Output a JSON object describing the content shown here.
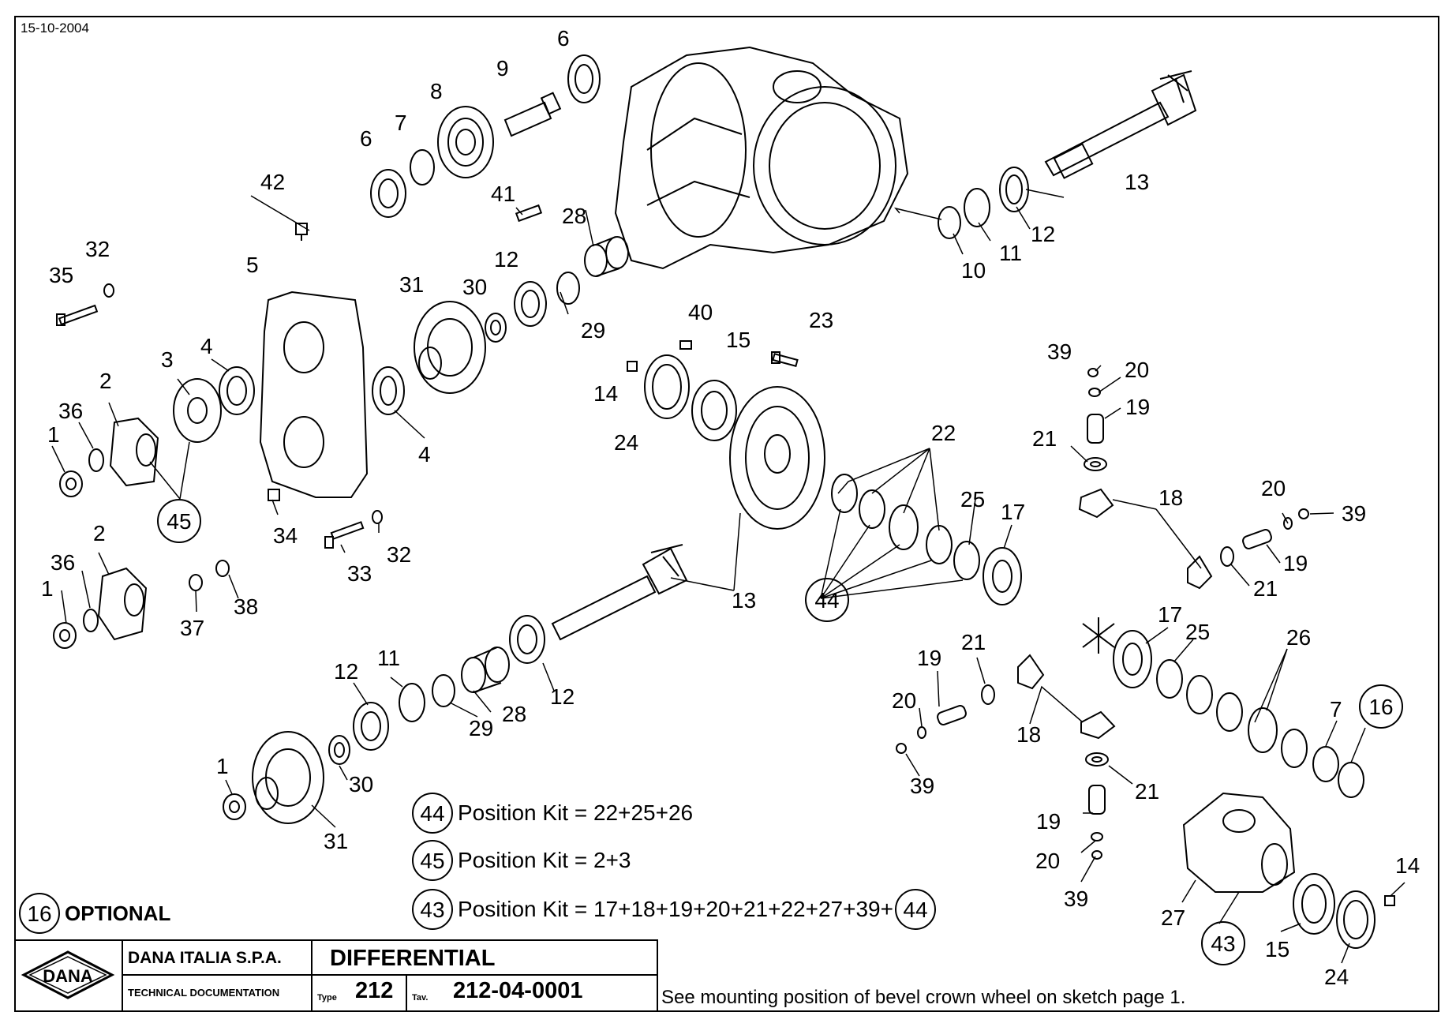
{
  "header": {
    "date": "15-10-2004"
  },
  "callouts": [
    {
      "text": "6"
    },
    {
      "text": "9"
    },
    {
      "text": "8"
    },
    {
      "text": "7"
    },
    {
      "text": "6"
    },
    {
      "text": "42"
    },
    {
      "text": "41"
    },
    {
      "text": "28"
    },
    {
      "text": "32"
    },
    {
      "text": "35"
    },
    {
      "text": "5"
    },
    {
      "text": "31"
    },
    {
      "text": "30"
    },
    {
      "text": "12"
    },
    {
      "text": "29"
    },
    {
      "text": "13"
    },
    {
      "text": "12"
    },
    {
      "text": "11"
    },
    {
      "text": "10"
    },
    {
      "text": "40"
    },
    {
      "text": "23"
    },
    {
      "text": "15"
    },
    {
      "text": "14"
    },
    {
      "text": "24"
    },
    {
      "text": "3"
    },
    {
      "text": "4"
    },
    {
      "text": "2"
    },
    {
      "text": "36"
    },
    {
      "text": "1"
    },
    {
      "text": "4"
    },
    {
      "text": "34"
    },
    {
      "text": "32"
    },
    {
      "text": "33"
    },
    {
      "text": "2"
    },
    {
      "text": "36"
    },
    {
      "text": "1"
    },
    {
      "text": "37"
    },
    {
      "text": "38"
    },
    {
      "text": "39"
    },
    {
      "text": "20"
    },
    {
      "text": "19"
    },
    {
      "text": "21"
    },
    {
      "text": "18"
    },
    {
      "text": "22"
    },
    {
      "text": "25"
    },
    {
      "text": "17"
    },
    {
      "text": "20"
    },
    {
      "text": "39"
    },
    {
      "text": "19"
    },
    {
      "text": "21"
    },
    {
      "text": "13"
    },
    {
      "text": "12"
    },
    {
      "text": "11"
    },
    {
      "text": "28"
    },
    {
      "text": "29"
    },
    {
      "text": "12"
    },
    {
      "text": "30"
    },
    {
      "text": "1"
    },
    {
      "text": "31"
    },
    {
      "text": "19"
    },
    {
      "text": "21"
    },
    {
      "text": "20"
    },
    {
      "text": "39"
    },
    {
      "text": "18"
    },
    {
      "text": "17"
    },
    {
      "text": "25"
    },
    {
      "text": "26"
    },
    {
      "text": "7"
    },
    {
      "text": "21"
    },
    {
      "text": "19"
    },
    {
      "text": "20"
    },
    {
      "text": "39"
    },
    {
      "text": "27"
    },
    {
      "text": "15"
    },
    {
      "text": "24"
    },
    {
      "text": "14"
    }
  ],
  "circled": [
    {
      "text": "45"
    },
    {
      "text": "44"
    },
    {
      "text": "16"
    },
    {
      "text": "43"
    }
  ],
  "kits": [
    {
      "number": "44",
      "label": "Position Kit = 22+25+26"
    },
    {
      "number": "45",
      "label": "Position Kit = 2+3"
    },
    {
      "number": "43",
      "label": "Position Kit = 17+18+19+20+21+22+27+39+",
      "trailing": "44"
    }
  ],
  "optional": {
    "number": "16",
    "label": "OPTIONAL"
  },
  "titleblock": {
    "logo": "DANA",
    "company": "DANA ITALIA S.P.A.",
    "title": "DIFFERENTIAL",
    "techdoc": "TECHNICAL DOCUMENTATION",
    "type_label": "Type",
    "type_value": "212",
    "tav_label": "Tav.",
    "tav_value": "212-04-0001"
  },
  "footnote": "See mounting position of bevel crown wheel on sketch page 1."
}
